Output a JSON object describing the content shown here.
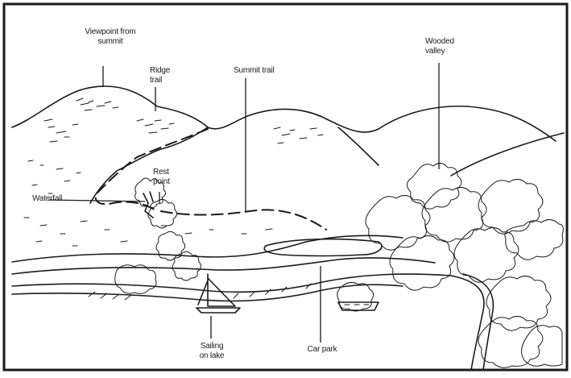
{
  "labels": {
    "viewpoint": "Viewpoint from\nsummit",
    "ridge_trail": "Ridge\ntrail",
    "summit_trail": "Summit trail",
    "wooded_valley": "Wooded\nvalley",
    "rest_point": "Rest\npoint",
    "waterfall": "Waterfall",
    "sailing": "Sailing\non lake",
    "car_park": "Car park"
  }
}
